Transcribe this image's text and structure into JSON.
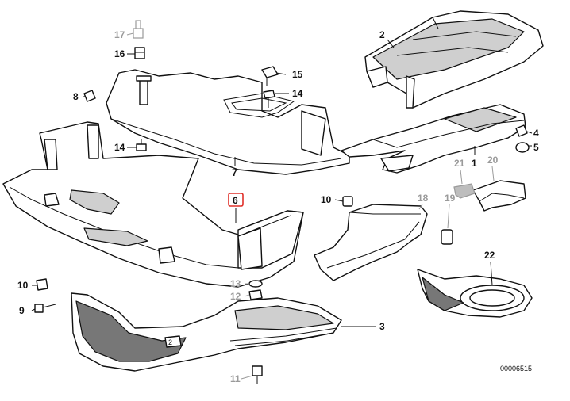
{
  "callouts": {
    "p1": "1",
    "p2": "2",
    "p3": "3",
    "p4": "4",
    "p5": "5",
    "p6": "6",
    "p7": "7",
    "p8": "8",
    "p9": "9",
    "p10a": "10",
    "p10b": "10",
    "p11": "11",
    "p12": "12",
    "p13": "13",
    "p14a": "14",
    "p14b": "14",
    "p15": "15",
    "p16": "16",
    "p17": "17",
    "p18": "18",
    "p19": "19",
    "p20": "20",
    "p21": "21",
    "p22": "22"
  },
  "highlighted_callout": "6",
  "drawing_number": "00006515",
  "colors": {
    "line": "#111111",
    "greyed": "#9a9a9a",
    "highlight": "#e0302a"
  }
}
